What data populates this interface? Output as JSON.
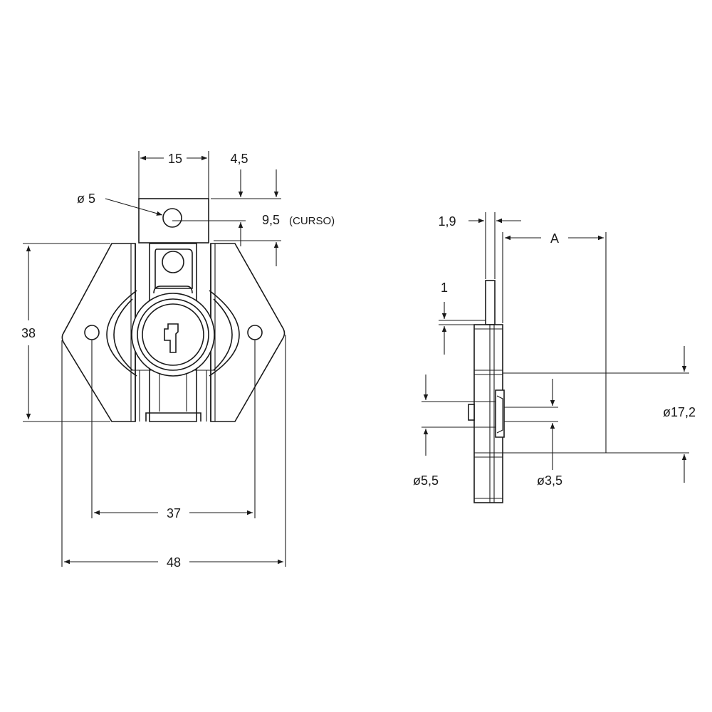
{
  "front_view": {
    "dim_width_top": "15",
    "dim_offset_top": "4,5",
    "dim_hole_diameter": "ø 5",
    "dim_stroke": "9,5",
    "dim_stroke_note": "(CURSO)",
    "dim_height": "38",
    "dim_hole_spacing": "37",
    "dim_overall_width": "48"
  },
  "side_view": {
    "dim_thickness": "1,9",
    "dim_A": "A",
    "dim_step": "1",
    "dim_body_diameter": "ø17,2",
    "dim_pin_diameter": "ø5,5",
    "dim_small_diameter": "ø3,5"
  }
}
